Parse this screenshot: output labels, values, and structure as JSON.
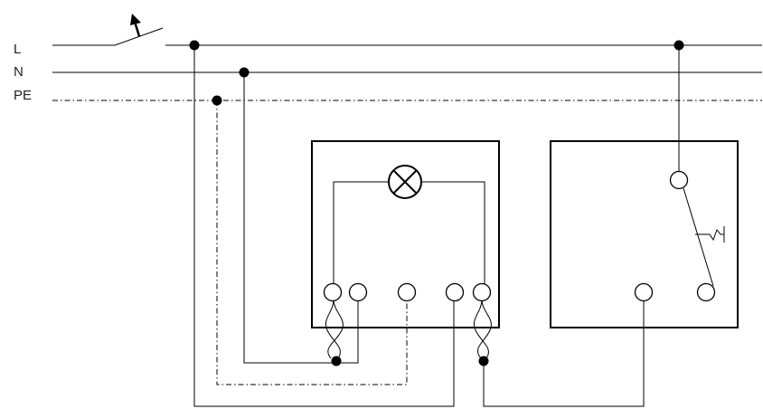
{
  "conductors": {
    "live": "L",
    "neutral": "N",
    "earth": "PE"
  },
  "colors": {
    "line": "#000000",
    "background": "#ffffff"
  }
}
